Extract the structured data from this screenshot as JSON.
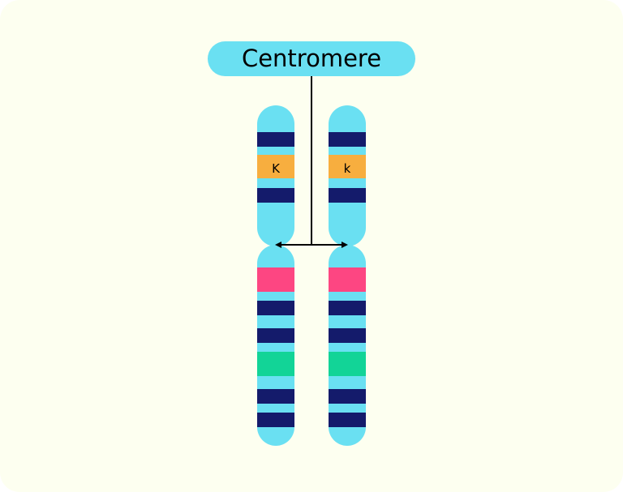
{
  "title": "Centromere",
  "alleles": {
    "left": "K",
    "right": "k"
  },
  "colors": {
    "background": "#fdfff0",
    "chromosome": "#6ae0f2",
    "dark_band": "#141b6b",
    "allele_band": "#f7ae3f",
    "pink_band": "#fd4682",
    "green_band": "#12d497",
    "line": "#000000"
  }
}
